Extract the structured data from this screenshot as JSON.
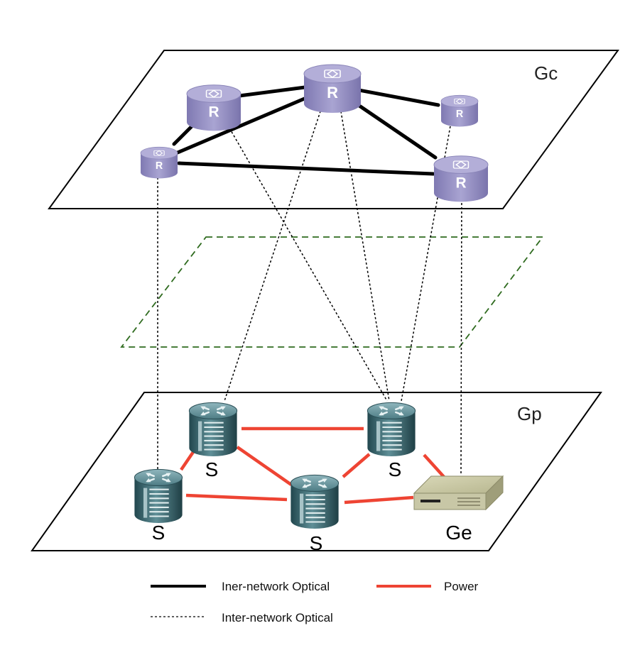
{
  "diagram": {
    "top_plane_label": "Gc",
    "bottom_plane_label": "Gp",
    "router_glyph": "R",
    "switch_labels": [
      "S",
      "S",
      "S",
      "S"
    ],
    "generator_label": "Ge",
    "icons": {
      "router": "router-cylinder-icon",
      "switch": "switch-router-icon",
      "generator": "generator-box-icon"
    },
    "colors": {
      "optical_intra": "#000000",
      "optical_inter": "#000000",
      "power": "#ee4433",
      "middle_plane": "#2f6b1f",
      "router_fill": "#9a95c4",
      "switch_fill": "#3d6a72"
    }
  },
  "legend": {
    "intra_optical": "Iner-network Optical",
    "power": "Power",
    "inter_optical": "Inter-network Optical"
  }
}
